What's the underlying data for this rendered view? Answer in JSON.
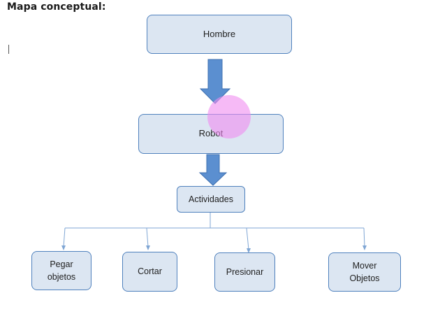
{
  "page_title": "Mapa conceptual:",
  "diagram": {
    "nodes": {
      "hombre": "Hombre",
      "robot": "Robot",
      "actividades": "Actividades",
      "pegar_objetos": "Pegar\nobjetos",
      "cortar": "Cortar",
      "presionar": "Presionar",
      "mover_objetos": "Mover\nObjetos"
    },
    "colors": {
      "node_fill": "#dce6f2",
      "node_border": "#4f81bd",
      "block_arrow": "#5b8fd0",
      "connector": "#7fa6d4",
      "cursor_highlight": "#f08cf0"
    }
  }
}
